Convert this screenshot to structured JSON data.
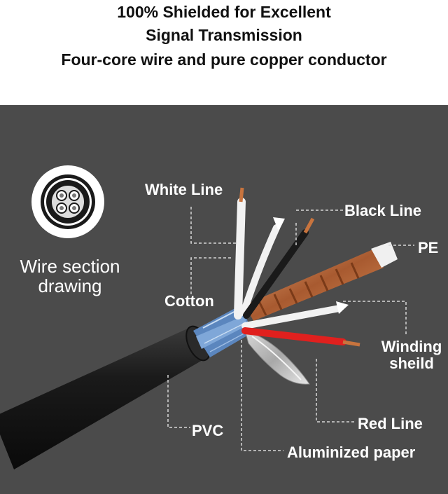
{
  "header": {
    "line1": "100% Shielded for Excellent",
    "line2": "Signal Transmission",
    "line3": "Four-core wire and pure copper conductor"
  },
  "section_icon": {
    "label_line1": "Wire section",
    "label_line2": "drawing"
  },
  "labels": {
    "white_line": "White Line",
    "black_line": "Black Line",
    "pe": "PE",
    "cotton": "Cotton",
    "winding_line1": "Winding",
    "winding_line2": "sheild",
    "red_line": "Red Line",
    "pvc": "PVC",
    "aluminized_paper": "Aluminized paper"
  },
  "colors": {
    "panel_bg": "#4b4b4b",
    "header_text": "#111111",
    "label_text": "#ffffff",
    "cable_jacket": "#151515",
    "copper": "#b8683a",
    "shield_blue": "#4f7fb8",
    "red_wire": "#e0201e",
    "white_wire": "#f2f2f2"
  }
}
